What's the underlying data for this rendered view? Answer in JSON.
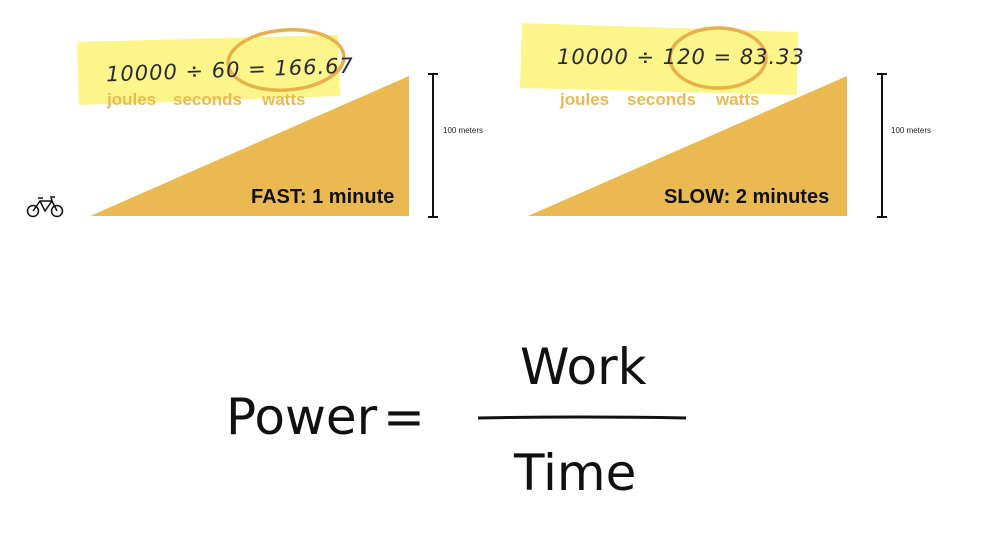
{
  "colors": {
    "highlight": "#fdf58a",
    "hill": "#ebb952",
    "circle": "#e8b04a",
    "ink": "#111111"
  },
  "fast": {
    "equation": "10000 ÷ 60 = 166.67",
    "units": [
      "joules",
      "seconds",
      "watts"
    ],
    "label": "FAST: 1 minute",
    "height_label": "100 meters"
  },
  "slow": {
    "equation": "10000 ÷ 120 = 83.33",
    "units": [
      "joules",
      "seconds",
      "watts"
    ],
    "label": "SLOW: 2 minutes",
    "height_label": "100 meters"
  },
  "formula": {
    "lhs": "Power",
    "equals": "=",
    "numerator": "Work",
    "denominator": "Time"
  },
  "icons": {
    "bike": "bicycle-icon"
  }
}
